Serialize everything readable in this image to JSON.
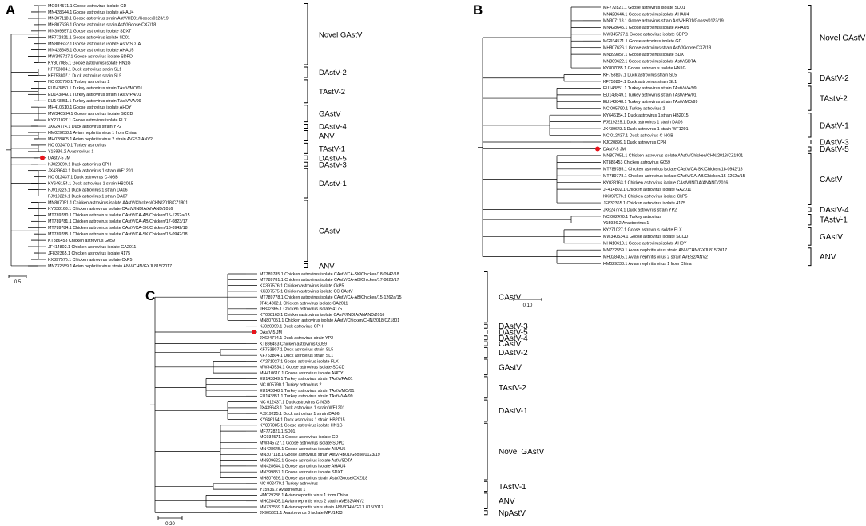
{
  "figure": {
    "panels": [
      {
        "id": "A",
        "label": "A",
        "scale": "0.5",
        "taxa": [
          "MG934571.1 Goose astrovirus isolate GD",
          "MN428644.1 Goose astrovirus isolate AHAU4",
          "MN307118.1 Goose astrovirus strain AstV/HB01/Goose/0123/19",
          "MH807626.1 Goose astrovirus strain AstV/Goose/CXZ/18",
          "MN399857.1 Goose astrovirus isolate SDXT",
          "MF772821.1 Goose astrovirus isolate SD01",
          "MN809622.1 Goose astrovirus isolate AstV/SDTA",
          "MN428645.1 Goose astrovirus isolate AHAU5",
          "MW345727.1 Goose astrovirus isolate SDPD",
          "KY807085.1 Goose astrovirus isolate HN1G",
          "KF753804.1 Duck astrovirus strain SL1",
          "KF753807.1 Duck astrovirus strain SL5",
          "NC 005790.1 Turkey astrovirus 2",
          "EU143850.1 Turkey astrovirus strain TAstV/MO/01",
          "EU143849.1 Turkey astrovirus strain TAstV/PA/01",
          "EU143851.1 Turkey astrovirus strain TAstV/VA/99",
          "MH410610.1 Goose astrovirus isolate AHDY",
          "MW340534.1 Goose astrovirus isolate SCCD",
          "KY271027.1 Goose astrovirus isolate FLX",
          "JX624774.1 Duck astrovirus strain YP2",
          "HM029238.1 Avian nephritis virus 1 from China",
          "MH028405.1 Avian nephritis virus 2 strain AVES2/ANV2",
          "NC 002470.1 Turkey astrovirus",
          "Y15936.2 Avastrovirus 1",
          "DAstV-5 JM",
          "KJ020899.1 Duck astrovirus CPH",
          "JX439643.1 Duck astrovirus 1 strain WF1201",
          "NC 012437.1 Duck astrovirus C-NGB",
          "KY646154.1 Duck astrovirus 1 strain HB2015",
          "FJ919225.1 Duck astrovirus 1 strain DA06",
          "FJ919226.1 Duck astrovirus 1 strain DA07",
          "MN807051.1 Chicken astrovirus isolate AAstV/Chicken/CHN/2018/CZ1801",
          "KY038163.1 Chicken astrovirus isolate CAstV/INDIA/ANAND/2016",
          "MT789780.1 Chicken astrovirus isolate CAstV/CA-AB/Chicken/15-1262a/15",
          "MT789781.1 Chicken astrovirus isolate CAstV/CA-AB/Chicken/17-0823/17",
          "MT789784.1 Chicken astrovirus isolate CAstV/CA-SK/Chicken/18-0942/18",
          "MT789785.1 Chicken astrovirus isolate CAstV/CA-SK/Chicken/18-0942/18",
          "KT886453 Chicken astrovirus G059",
          "JF414802.1 Chicken astrovirus isolate GA2011",
          "JF832365.1 Chicken astrovirus isolate 4175",
          "KX397576.1 Chicken astrovirus isolate CkP5",
          "MN732559.1 Avian nephritis virus strain ANV/CHN/GXJL815/2017"
        ],
        "clades": [
          {
            "label": "Novel GAstV",
            "from": 0,
            "to": 9
          },
          {
            "label": "DAstV-2",
            "from": 10,
            "to": 11
          },
          {
            "label": "TAstV-2",
            "from": 12,
            "to": 15
          },
          {
            "label": "GAstV",
            "from": 16,
            "to": 18
          },
          {
            "label": "DAstV-4",
            "from": 19,
            "to": 19
          },
          {
            "label": "ANV",
            "from": 20,
            "to": 21
          },
          {
            "label": "TAstV-1",
            "from": 22,
            "to": 23
          },
          {
            "label": "DAstV-5",
            "from": 24,
            "to": 24
          },
          {
            "label": "DAstV-3",
            "from": 25,
            "to": 25
          },
          {
            "label": "DAstV-1",
            "from": 26,
            "to": 30
          },
          {
            "label": "CAstV",
            "from": 31,
            "to": 40
          },
          {
            "label": "ANV",
            "from": 41,
            "to": 41
          }
        ]
      },
      {
        "id": "B",
        "label": "B",
        "scale": "0.10",
        "taxa": [
          "MF772821.1 Goose astrovirus isolate SD01",
          "MN428644.1 Goose astrovirus isolate AHAU4",
          "MN307118.1 Goose astrovirus strain AstV/HB01/Goose/0123/19",
          "MN428645.1 Goose astrovirus isolate AHAU5",
          "MW345727.1 Goose astrovirus isolate SDPD",
          "MG934571.1 Goose astrovirus isolate GD",
          "MH807626.1 Goose astrovirus strain AstV/Goose/CXZ/18",
          "MN399857.1 Goose astrovirus isolate SDXT",
          "MN809622.1 Goose astrovirus isolate AstV/SDTA",
          "KY807085.1 Goose astrovirus isolate HN1G",
          "KF753807.1 Duck astrovirus strain SL5",
          "KF753804.1 Duck astrovirus strain SL1",
          "EU143851.1 Turkey astrovirus strain TAstV/VA/99",
          "EU143849.1 Turkey astrovirus strain TAstV/PA/01",
          "EU143848.1 Turkey astrovirus strain TAstV/MO/99",
          "NC 005790.1 Turkey astrovirus 2",
          "KY646154.1 Duck astrovirus 1 strain HB2015",
          "FJ919225.1 Duck astrovirus 1 strain DA06",
          "JX439643.1 Duck astrovirus 1 strain WF1201",
          "NC 012437.1 Duck astrovirus C-NGB",
          "KJ020899.1 Duck astrovirus CPH",
          "DAstV-5 JM",
          "MN807051.1 Chicken astrovirus isolate AAstV/Chicken/CHN/2018/CZ1801",
          "KT886453 Chicken astrovirus G059",
          "MT789785.1 Chicken astrovirus isolate CAstV/CA-SK/Chicken/18-0942/18",
          "MT789778.1 Chicken astrovirus isolate CAstV/CA-AB/Chicken/15-1262a/15",
          "KY038163.1 Chicken astrovirus isolate CAstV/INDIA/ANAND/2016",
          "JF414802.1 Chicken astrovirus isolate GA2011",
          "KX397576.1 Chicken astrovirus isolate CkP5",
          "JF832365.1 Chicken astrovirus isolate 4175",
          "JX624774.1 Duck astrovirus strain YP2",
          "NC 002470.1 Turkey astrovirus",
          "Y15936.2 Avastrovirus 1",
          "KY271027.1 Goose astrovirus isolate FLX",
          "MW340534.1 Goose astrovirus isolate SCCD",
          "MH410610.1 Goose astrovirus isolate AHDY",
          "MN732559.1 Avian nephritis virus strain ANV/CHN/GXJL815/2017",
          "MH028405.1 Avian nephritis virus 2 strain AVES2/ANV2",
          "HM029238.1 Avian nephritis virus 1 from China"
        ],
        "clades": [
          {
            "label": "Novel GAstV",
            "from": 0,
            "to": 9
          },
          {
            "label": "DAstV-2",
            "from": 10,
            "to": 11
          },
          {
            "label": "TAstV-2",
            "from": 12,
            "to": 15
          },
          {
            "label": "DAstV-1",
            "from": 16,
            "to": 19
          },
          {
            "label": "DAstV-3",
            "from": 20,
            "to": 20
          },
          {
            "label": "DAstV-5",
            "from": 21,
            "to": 21
          },
          {
            "label": "CAstV",
            "from": 22,
            "to": 29
          },
          {
            "label": "DAstV-4",
            "from": 30,
            "to": 30
          },
          {
            "label": "TAstV-1",
            "from": 31,
            "to": 32
          },
          {
            "label": "GAstV",
            "from": 33,
            "to": 35
          },
          {
            "label": "ANV",
            "from": 36,
            "to": 38
          }
        ]
      },
      {
        "id": "C",
        "label": "C",
        "scale": "0.20",
        "taxa": [
          "MT789785.1 Chicken astrovirus isolate CAstV/CA-SK/Chicken/18-0942/18",
          "MT789781.1 Chicken astrovirus isolate CAstV/CA-AB/Chicken/17-0823/17",
          "KX397576.1 Chicken astrovirus isolate CkP5",
          "KX397575.1 Chicken astrovirus isolate CC CAstV",
          "MT789778.1 Chicken astrovirus isolate CAstV/CA-AB/Chicken/15-1262a/15",
          "JF414802.1 Chicken astrovirus isolate GA2011",
          "JF832365.1 Chicken astrovirus isolate 4175",
          "KY038163.1 Chicken astrovirus isolate CAstV/INDIA/ANAND/2016",
          "MN807051.1 Chicken astrovirus isolate AAstV/Chicken/CHN/2018/CZ1801",
          "KJ020899.1 Duck astrovirus CPH",
          "DAstV-5 JM",
          "JX624774.1 Duck astrovirus strain YP2",
          "KT886453 Chicken astrovirus G059",
          "KF753807.1 Duck astrovirus strain SL5",
          "KF753804.1 Duck astrovirus strain SL1",
          "KY271027.1 Goose astrovirus isolate FLX",
          "MW340534.1 Goose astrovirus isolate SCCD",
          "MH410610.1 Goose astrovirus isolate AHDY",
          "EU143849.1 Turkey astrovirus strain TAstV/PA/01",
          "NC 005790.1 Turkey astrovirus 2",
          "EU143848.1 Turkey astrovirus strain TAstV/MO/01",
          "EU143851.1 Turkey astrovirus strain TAstV/VA/99",
          "NC 012437.1 Duck astrovirus C-NGB",
          "JX439643.1 Duck astrovirus 1 strain WF1201",
          "FJ919225.1 Duck astrovirus 1 strain DA06",
          "KY646154.1 Duck astrovirus 1 strain HB2015",
          "KY807085.1 Goose astrovirus isolate HN1G",
          "MF772821.1 SD01",
          "MG934571.1 Goose astrovirus isolate GD",
          "MW345727.1 Goose astrovirus isolate SDPD",
          "MN428645.1 Goose astrovirus isolate AHAU5",
          "MN307118.1 Goose astrovirus strain AstV/HB01/Goose/0123/19",
          "MN809622.1 Goose astrovirus isolate AstV/SDTA",
          "MN428644.1 Goose astrovirus isolate AHAU4",
          "MN399857.1 Goose astrovirus isolate SDXT",
          "MH807626.1 Goose astrovirus strain AstV/Goose/CXZ/18",
          "NC 002470.1 Turkey astrovirus",
          "Y15936.2 Avastrovirus 1",
          "HM029238.1 Avian nephritis virus 1 from China",
          "MH028405.1 Avian nephritis virus 2 strain AVES2/ANV2",
          "MN732559.1 Avian nephritis virus strain ANV/CHN/GXJL815/2017",
          "JX905651.1 Avastrovirus 3 isolate MPJ1433"
        ],
        "clades": [
          {
            "label": "CAstV",
            "from": 0,
            "to": 8
          },
          {
            "label": "DAstV-3",
            "from": 9,
            "to": 9
          },
          {
            "label": "DAstV-5",
            "from": 10,
            "to": 10
          },
          {
            "label": "DAstV-4",
            "from": 11,
            "to": 11
          },
          {
            "label": "CAstV",
            "from": 12,
            "to": 12
          },
          {
            "label": "DAstV-2",
            "from": 13,
            "to": 14
          },
          {
            "label": "GAstV",
            "from": 15,
            "to": 17
          },
          {
            "label": "TAstV-2",
            "from": 18,
            "to": 21
          },
          {
            "label": "DAstV-1",
            "from": 22,
            "to": 25
          },
          {
            "label": "Novel GAstV",
            "from": 26,
            "to": 35
          },
          {
            "label": "TAstV-1",
            "from": 36,
            "to": 37
          },
          {
            "label": "ANV",
            "from": 38,
            "to": 40
          },
          {
            "label": "NpAstV",
            "from": 41,
            "to": 41
          }
        ]
      }
    ]
  }
}
